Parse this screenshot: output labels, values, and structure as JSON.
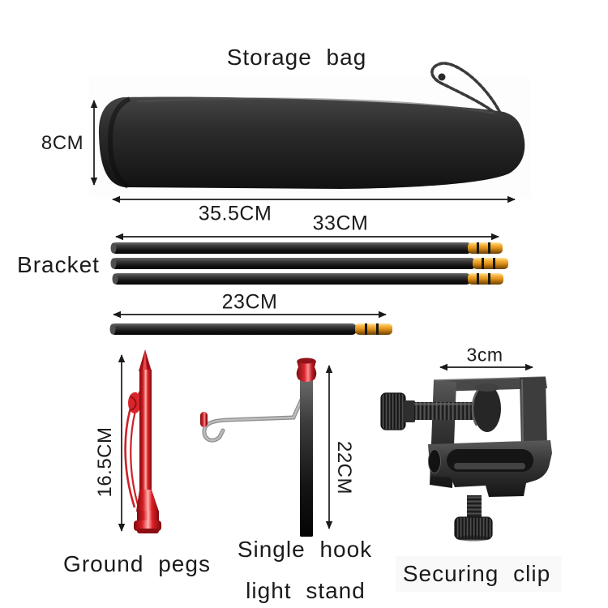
{
  "product_parts": {
    "storage_bag": {
      "label": "Storage bag",
      "height": "8CM",
      "length": "35.5CM"
    },
    "bracket": {
      "label": "Bracket",
      "long_pole_length": "33CM",
      "short_pole_length": "23CM"
    },
    "ground_pegs": {
      "label": "Ground pegs",
      "length": "16.5CM"
    },
    "light_stand": {
      "label_line1": "Single hook",
      "label_line2": "light stand",
      "height": "22CM"
    },
    "securing_clip": {
      "label": "Securing clip",
      "jaw_width": "3cm"
    }
  },
  "colors": {
    "arrow": "#1a1a1a",
    "tip_gold": "#e0921a",
    "peg_red": "#d61d24",
    "knob_red": "#d8262e",
    "cord_red": "#cf2026",
    "wire_silver": "#bcbcbc",
    "bag_black": "#2c2c2c",
    "clip_gray": "#3a3a3a"
  }
}
